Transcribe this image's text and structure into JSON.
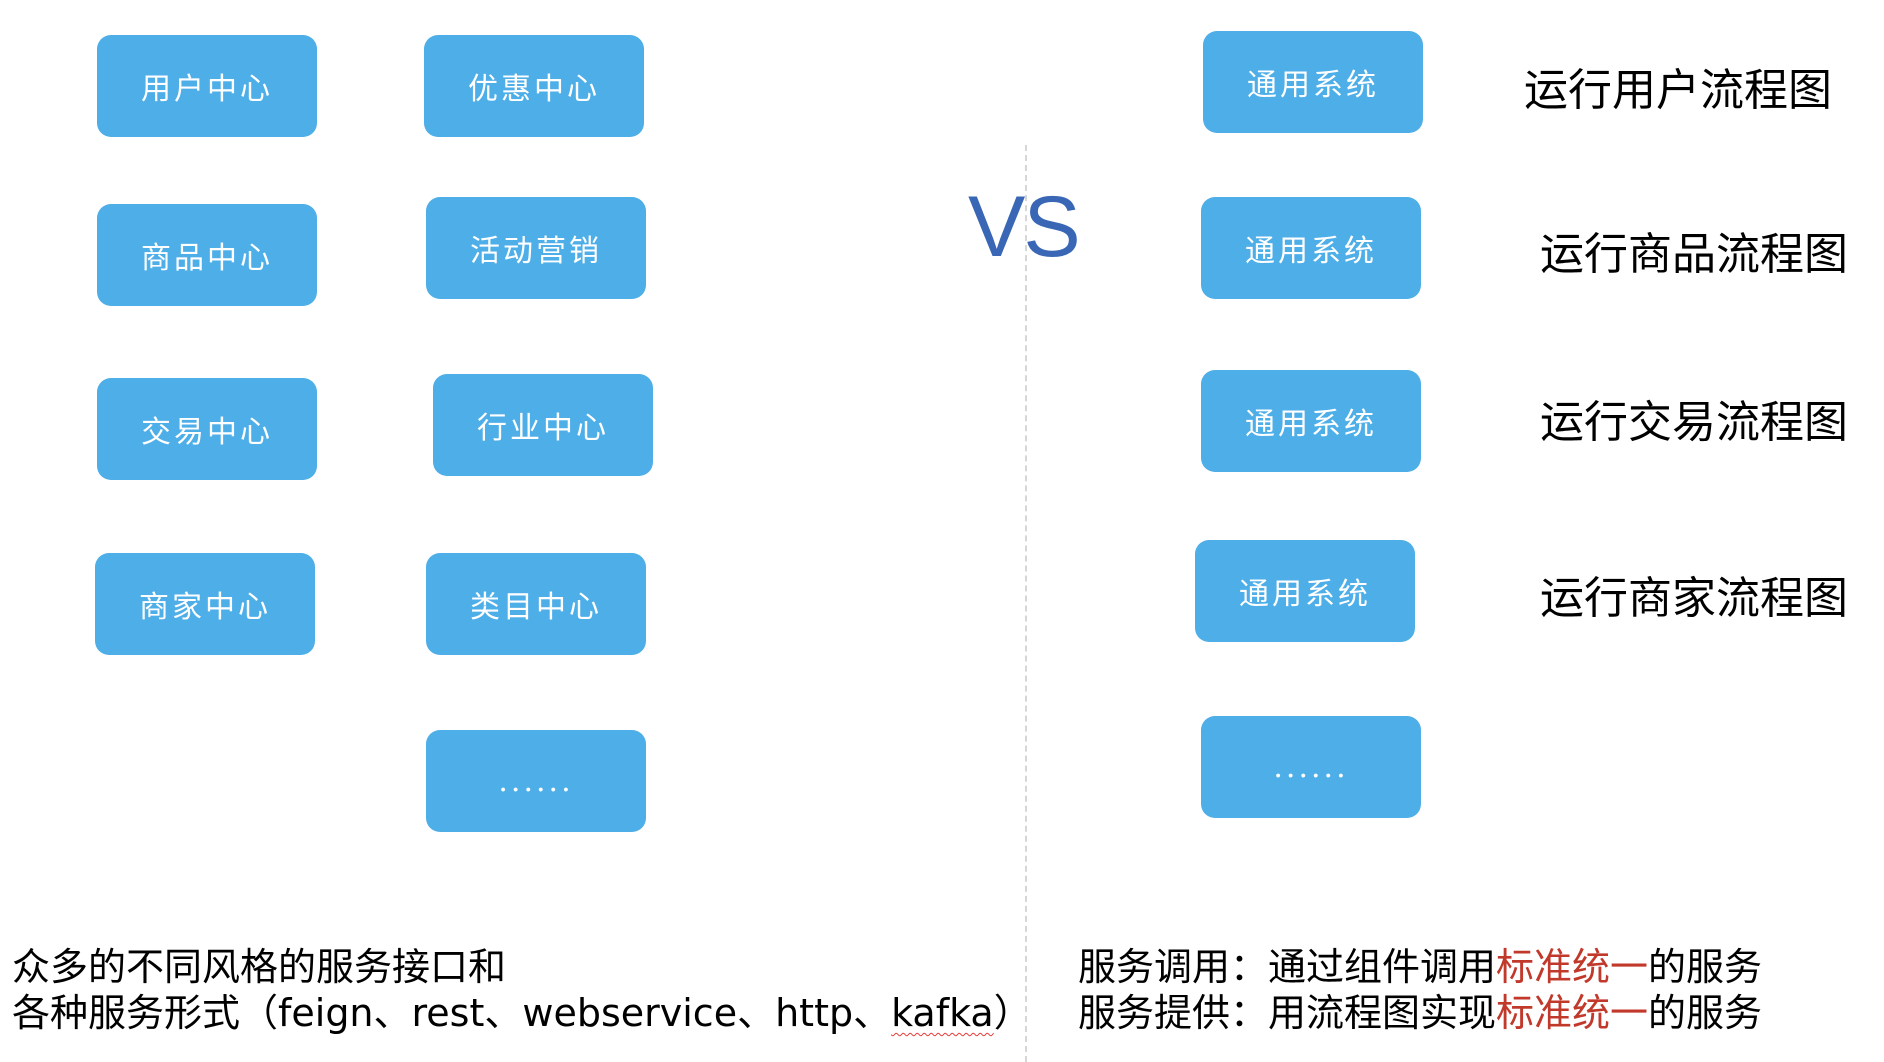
{
  "colors": {
    "box_fill": "#4daee8",
    "vs": "#3a67b5",
    "highlight": "#c0392b"
  },
  "left_boxes": [
    "用户中心",
    "优惠中心",
    "商品中心",
    "活动营销",
    "交易中心",
    "行业中心",
    "商家中心",
    "类目中心",
    "......"
  ],
  "vs_text": "VS",
  "right_rows": [
    {
      "box": "通用系统",
      "label": "运行用户流程图"
    },
    {
      "box": "通用系统",
      "label": "运行商品流程图"
    },
    {
      "box": "通用系统",
      "label": "运行交易流程图"
    },
    {
      "box": "通用系统",
      "label": "运行商家流程图"
    },
    {
      "box": "......",
      "label": ""
    }
  ],
  "bottom_left": {
    "line1": "众多的不同风格的服务接口和",
    "line2_prefix": "各种服务形式（feign、rest、webservice、http、",
    "line2_wavy": "kafka",
    "line2_suffix": "）"
  },
  "bottom_right": {
    "line1_prefix": "服务调用：通过组件调用",
    "line1_highlight": "标准统一",
    "line1_suffix": "的服务",
    "line2_prefix": "服务提供：用流程图实现",
    "line2_highlight": "标准统一",
    "line2_suffix": "的服务"
  }
}
